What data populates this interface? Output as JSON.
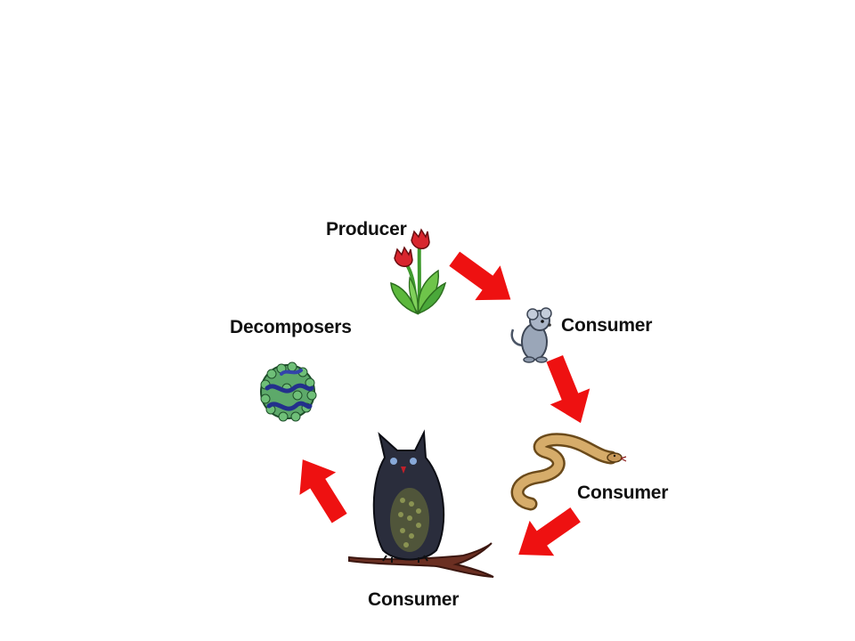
{
  "diagram": {
    "nodes": [
      {
        "id": "producer",
        "label": "Producer",
        "organism": "tulip-flowers"
      },
      {
        "id": "consumer-1",
        "label": "Consumer",
        "organism": "mouse"
      },
      {
        "id": "consumer-2",
        "label": "Consumer",
        "organism": "snake"
      },
      {
        "id": "consumer-3",
        "label": "Consumer",
        "organism": "owl-on-branch"
      },
      {
        "id": "decomposers",
        "label": "Decomposers",
        "organism": "microbe-cluster"
      }
    ],
    "arrows": [
      {
        "from": "producer",
        "to": "consumer-1"
      },
      {
        "from": "consumer-1",
        "to": "consumer-2"
      },
      {
        "from": "consumer-2",
        "to": "consumer-3"
      },
      {
        "from": "consumer-3",
        "to": "decomposers"
      }
    ],
    "colors": {
      "arrow": "#ee1111",
      "label": "#111111",
      "background": "#ffffff"
    }
  }
}
